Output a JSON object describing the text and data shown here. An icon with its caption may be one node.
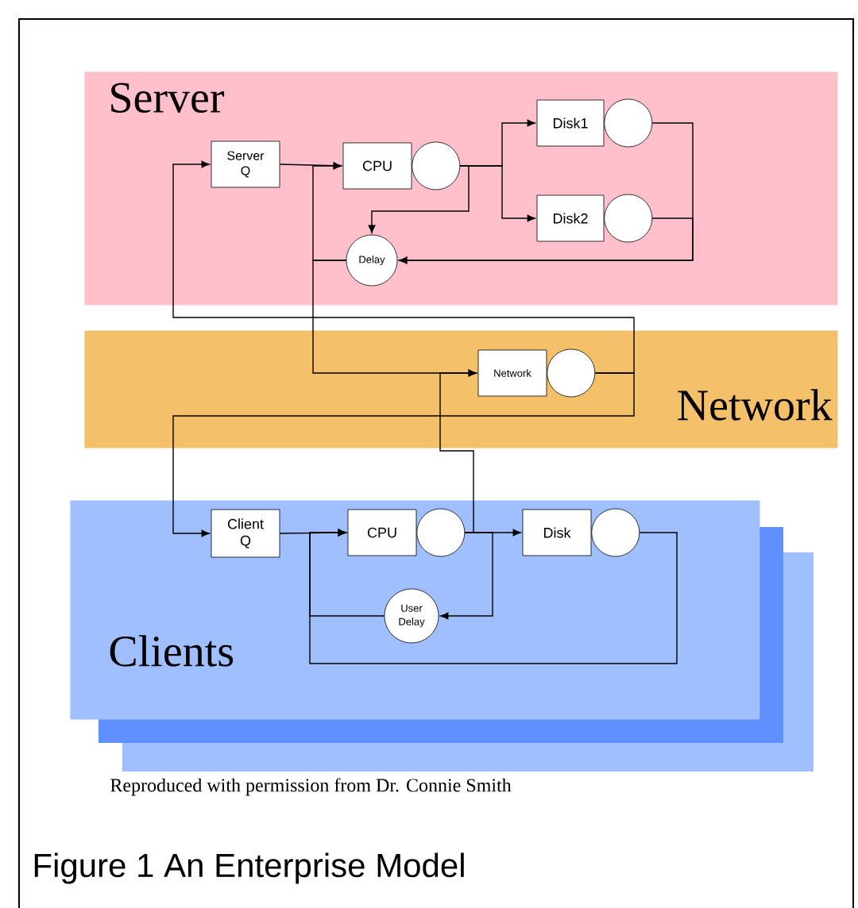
{
  "diagram": {
    "caption": "Figure 1 An Enterprise Model",
    "nodes": [
      {
        "text": [
          "Server"
        ]
      },
      {
        "text": [
          "Server Q"
        ],
        "in": 0
      },
      {
        "text": [
          "CPU"
        ],
        "in": 0
      },
      {
        "text": [
          "Disk1"
        ],
        "in": 0
      },
      {
        "text": [
          "Disk2"
        ],
        "in": 0
      },
      {
        "text": [
          "Delay"
        ],
        "in": 0
      },
      {
        "text": [
          "Network"
        ]
      },
      {
        "text": [
          "Network"
        ],
        "in": 6
      },
      {
        "text": [
          "Clients"
        ]
      },
      {
        "text": [
          "Client Q"
        ],
        "in": 8
      },
      {
        "text": [
          "CPU"
        ],
        "in": 8
      },
      {
        "text": [
          "Disk"
        ],
        "in": 8
      },
      {
        "text": [
          "User Delay"
        ],
        "in": 8
      }
    ],
    "edges": [
      {
        "from": 1,
        "to": 2,
        "arrow": "to"
      },
      {
        "from": 2,
        "to": 3,
        "arrow": "to"
      },
      {
        "from": 2,
        "to": 4,
        "arrow": "to"
      },
      {
        "from": 2,
        "to": 5,
        "arrow": "to"
      },
      {
        "from": 3,
        "to": 5,
        "arrow": "to"
      },
      {
        "from": 4,
        "to": 5,
        "arrow": "to"
      },
      {
        "from": 5,
        "to": 2,
        "arrow": "to"
      },
      {
        "from": 5,
        "to": 7,
        "arrow": "to"
      },
      {
        "from": 7,
        "to": 1,
        "arrow": "to"
      },
      {
        "from": 7,
        "to": 9,
        "arrow": "to"
      },
      {
        "from": 10,
        "to": 7,
        "arrow": "to"
      },
      {
        "from": 9,
        "to": 10,
        "arrow": "to"
      },
      {
        "from": 10,
        "to": 11,
        "arrow": "to"
      },
      {
        "from": 10,
        "to": 12,
        "arrow": "to"
      },
      {
        "from": 12,
        "to": 10,
        "arrow": "to"
      },
      {
        "from": 11,
        "to": 10,
        "arrow": "to"
      }
    ],
    "labels": [
      "Reproduced with permission from Dr. Connie Smith"
    ]
  }
}
